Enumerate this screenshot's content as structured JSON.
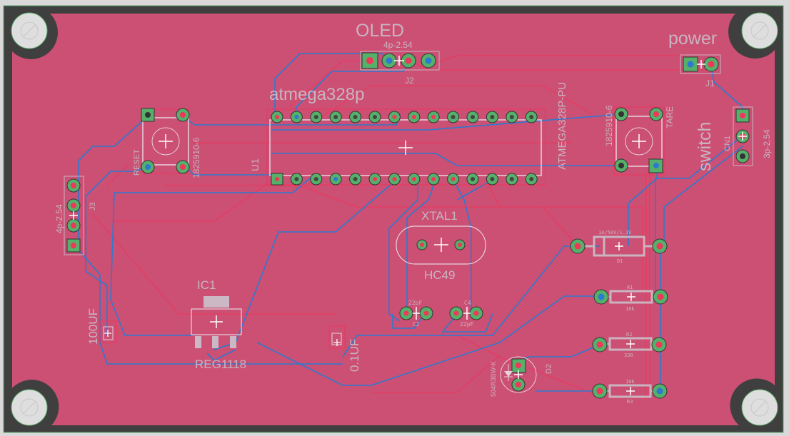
{
  "colors": {
    "board_bg": "#cc4f74",
    "board_edge": "#3f3f3f",
    "outline": "#5fae6e",
    "trace_bottom": "#2c7ad0",
    "trace_top": "#f0365a",
    "pad": "#55b06a",
    "silk": "#c9b4c0",
    "mount_hole": "#dedede"
  },
  "labels": {
    "oled": "OLED",
    "j2_pkg": "4p-2.54",
    "j2_ref": "J2",
    "power": "power",
    "j1_ref": "J1",
    "atmega": "atmega328p",
    "u1_ref": "U1",
    "u1_value": "ATMEGA328P-PU",
    "reset": "RESET",
    "sw1_value": "1825910-6",
    "sw2_value": "1825910-6",
    "tare": "TARE",
    "switch": "switch",
    "cn1_ref": "CN1",
    "cn1_pkg": "3p-2.54",
    "j3_ref": "J3",
    "j3_pkg": "4p-2.54",
    "xtal_ref": "XTAL1",
    "xtal_value": "HC49",
    "c2_ref": "C2",
    "c2_value": "22pF",
    "c4_ref": "C4",
    "c4_value": "22pF",
    "d1_value": "1A/50V/1.1V",
    "d1_ref": "D1",
    "r1_ref": "R1",
    "r1_value": "10k",
    "r2_ref": "R2",
    "r2_value": "330",
    "r3_ref": "R3",
    "r3_value": "10k",
    "d2_ref": "D2",
    "d2_value": "504R3BW-K",
    "ic1_ref": "IC1",
    "ic1_value": "REG1118",
    "cap_100": "100UF",
    "cap_01": "0.1UF"
  }
}
